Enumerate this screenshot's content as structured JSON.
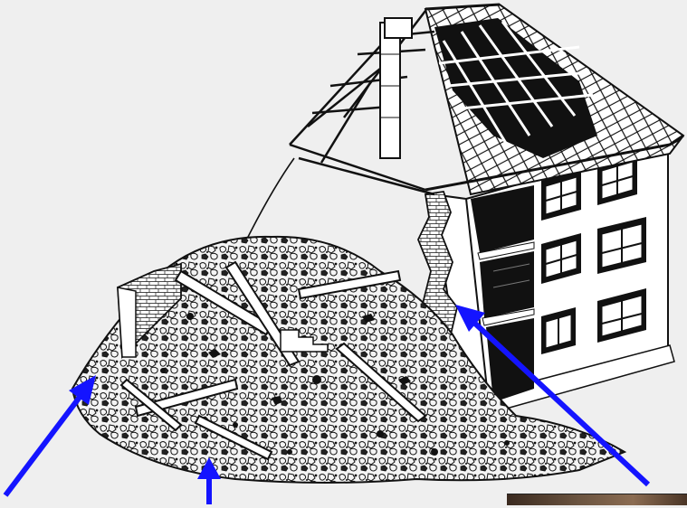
{
  "figure": {
    "subject": "collapsed-house-illustration",
    "colors": {
      "background": "#efefef",
      "ink": "#111111",
      "arrow": "#1414ff",
      "wall": "#ffffff"
    },
    "arrows": [
      {
        "name": "arrow-rubble-left-edge"
      },
      {
        "name": "arrow-rubble-center"
      },
      {
        "name": "arrow-exposed-interior-wall"
      }
    ]
  }
}
